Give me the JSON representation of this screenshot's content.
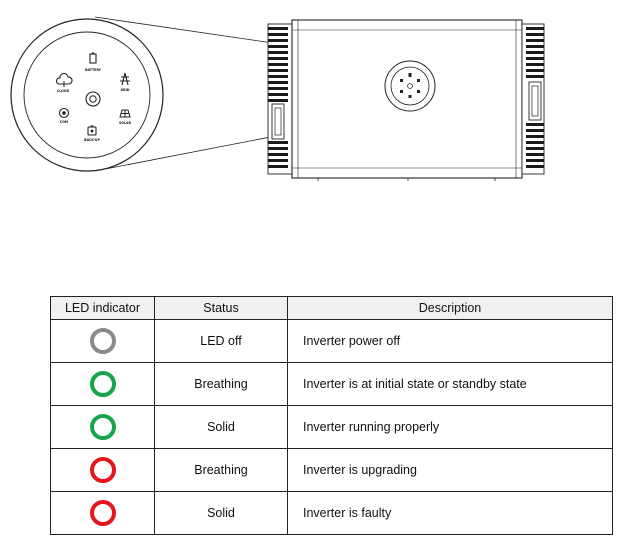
{
  "colors": {
    "led_off": "#8a8a8a",
    "led_green": "#16a64a",
    "led_red": "#e8141c"
  },
  "panel_labels": {
    "battery": "BATTERY",
    "grid": "GRID",
    "cloud": "CLOUD",
    "com": "COM",
    "solar": "SOLAR",
    "backup": "BACK-UP"
  },
  "table": {
    "headers": {
      "led": "LED indicator",
      "status": "Status",
      "description": "Description"
    },
    "rows": [
      {
        "led": "gray",
        "status": "LED off",
        "description": "Inverter power off"
      },
      {
        "led": "green",
        "status": "Breathing",
        "description": "Inverter is at initial state or standby state"
      },
      {
        "led": "green",
        "status": "Solid",
        "description": "Inverter running properly"
      },
      {
        "led": "red",
        "status": "Breathing",
        "description": "Inverter is upgrading"
      },
      {
        "led": "red",
        "status": "Solid",
        "description": "Inverter is faulty"
      }
    ]
  }
}
